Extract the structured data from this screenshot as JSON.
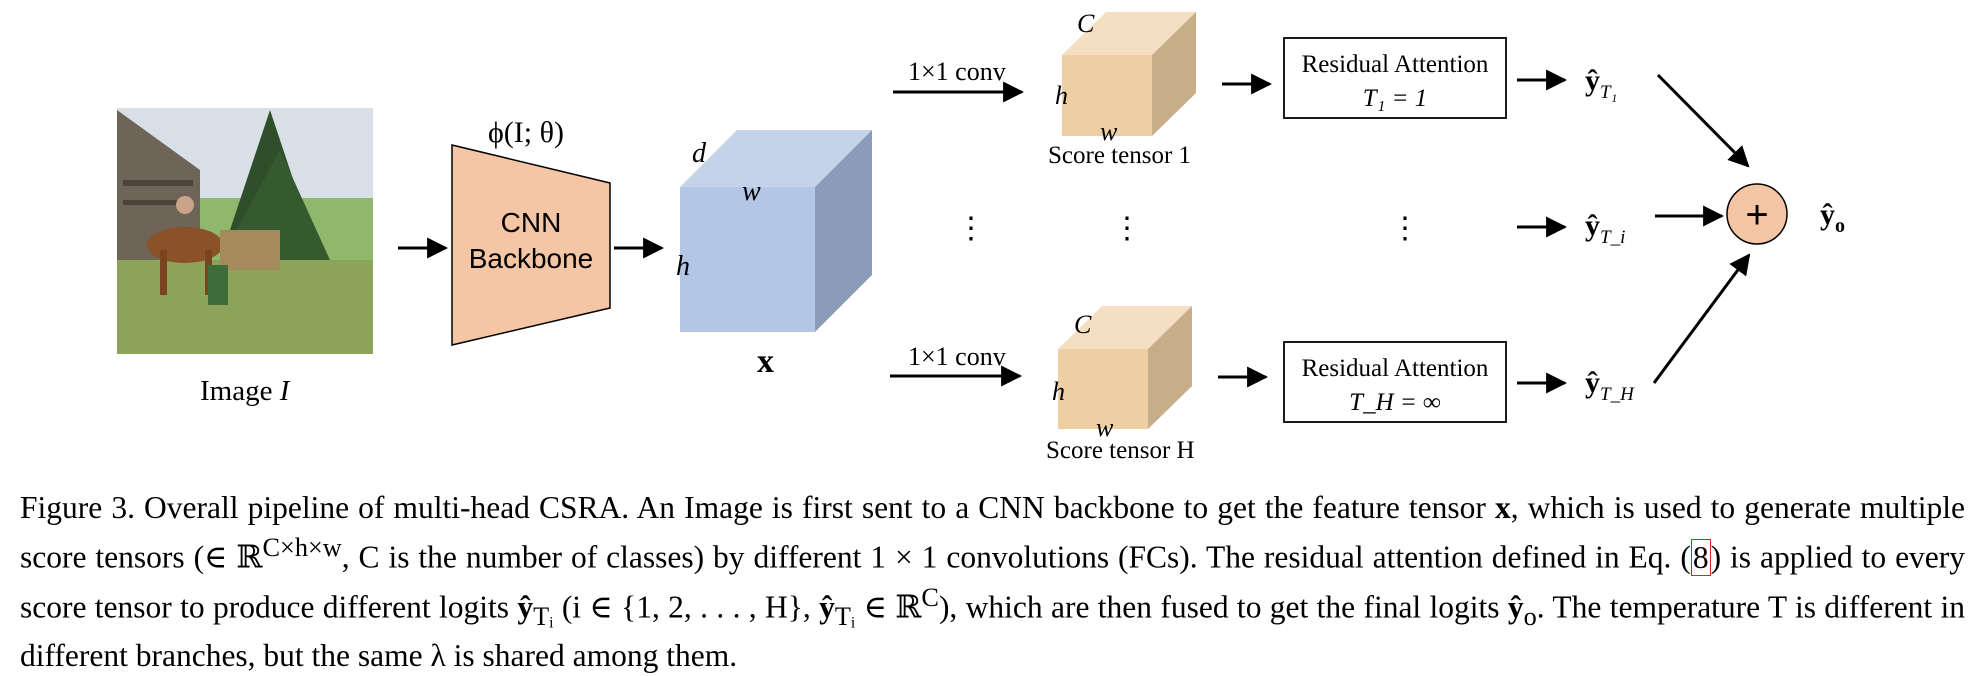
{
  "image_label": {
    "text": "Image",
    "var": "I"
  },
  "backbone": {
    "func": "ϕ(I; θ)",
    "line1": "CNN",
    "line2": "Backbone"
  },
  "feature": {
    "label": "x",
    "d": "d",
    "w": "w",
    "h": "h"
  },
  "conv_label": "1×1 conv",
  "tensors": [
    {
      "c": "C",
      "h": "h",
      "w": "w",
      "caption": "Score tensor 1",
      "attn": "Residual Attention",
      "temp": "T₁ = 1",
      "out": "ŷ",
      "out_sub": "T₁"
    },
    {
      "c": "C",
      "h": "h",
      "w": "w",
      "caption": "Score tensor H",
      "attn": "Residual Attention",
      "temp": "T_H = ∞",
      "out": "ŷ",
      "out_sub": "T_H"
    }
  ],
  "middle_out": {
    "out": "ŷ",
    "out_sub": "T_i"
  },
  "ellipsis": "⋮",
  "sum_symbol": "+",
  "final_out": {
    "out": "ŷ",
    "sub": "o"
  },
  "caption": {
    "figure": "Figure 3.",
    "s1": "Overall pipeline of multi-head CSRA. An Image is first sent to a CNN backbone to get the feature tensor ",
    "s1_bold": "x",
    "s2": ", which is used to generate multiple score tensors (∈ ℝ",
    "s2_sup": "C×h×w",
    "s3": ", C is the number of classes) by different 1 × 1 convolutions (FCs). The residual attention defined in Eq. (",
    "ref": "8",
    "s4": ") is applied to every score tensor to produce different logits ",
    "s4_y": "ŷ",
    "s4_sub": "Tᵢ",
    "s5": " (i ∈ {1, 2, . . . , H}, ",
    "s5_y": "ŷ",
    "s5_sub": "Tᵢ",
    "s6": " ∈ ℝ",
    "s6_sup": "C",
    "s7": "), which are then fused to get the final logits ",
    "s7_y": "ŷ",
    "s7_sub": "o",
    "s8": ". The temperature T is different in different branches, but the same λ is shared among them."
  }
}
